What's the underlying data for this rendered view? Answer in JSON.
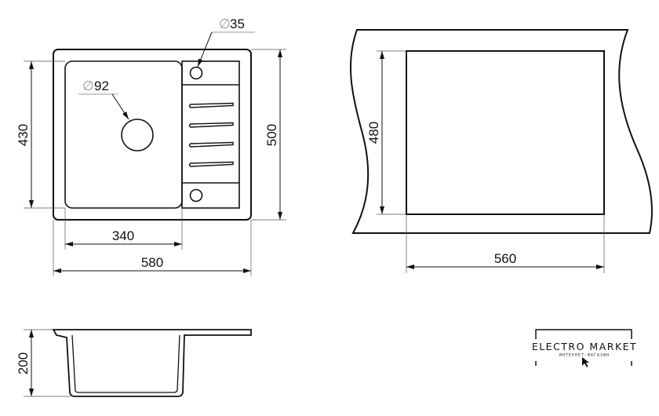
{
  "drawing": {
    "top_view": {
      "faucet_hole_diameter": "35",
      "drain_hole_diameter": "92",
      "diameter_symbol": "∅",
      "bowl_depth_dim": "430",
      "sink_depth_dim": "500",
      "bowl_width_dim": "340",
      "sink_width_dim": "580"
    },
    "cutout_view": {
      "cutout_height_dim": "480",
      "cutout_width_dim": "560"
    },
    "side_view": {
      "bowl_depth_dim": "200"
    }
  },
  "logo": {
    "name": "ELECTRO MARKET",
    "tagline": "ИНТЕРНЕТ-МАГАЗИН"
  }
}
